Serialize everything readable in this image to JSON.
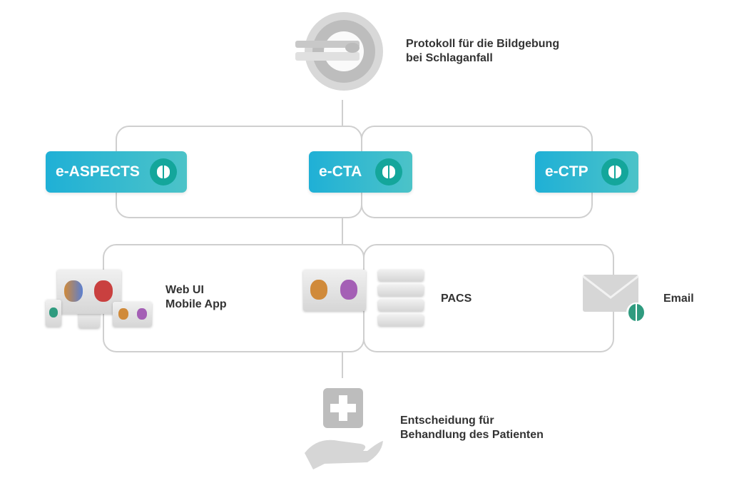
{
  "title": {
    "line1": "Protokoll für die Bildgebung",
    "line2": "bei Schlaganfall"
  },
  "modules": [
    {
      "label": "e-ASPECTS"
    },
    {
      "label": "e-CTA"
    },
    {
      "label": "e-CTP"
    }
  ],
  "outputs": {
    "web_ui": "Web UI",
    "mobile_app": "Mobile App",
    "pacs": "PACS",
    "email": "Email"
  },
  "decision": {
    "line1": "Entscheidung für",
    "line2": "Behandlung des Patienten"
  },
  "colors": {
    "line": "#cfcfcf",
    "module_start": "#1fb0d6",
    "module_end": "#4cc3c8",
    "brain_icon": "#14a69b"
  }
}
